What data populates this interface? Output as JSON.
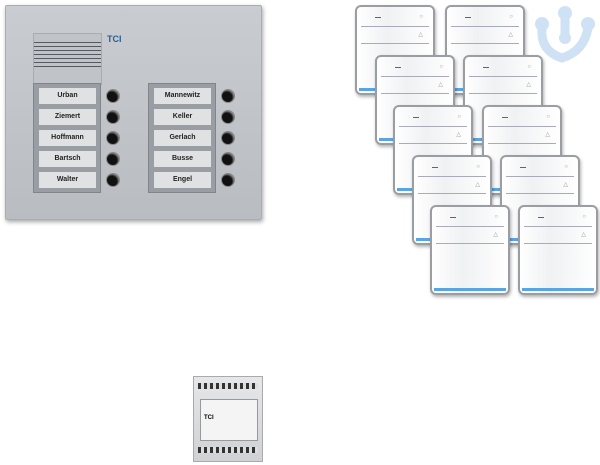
{
  "outdoor_panel": {
    "brand": "TCI",
    "left_names": [
      "Urban",
      "Ziemert",
      "Hoffmann",
      "Bartsch",
      "Walter"
    ],
    "right_names": [
      "Mannewitz",
      "Keller",
      "Gerlach",
      "Busse",
      "Engel"
    ]
  },
  "indoor_stations": {
    "count": 10,
    "accent_color": "#5aa4e6"
  },
  "power_supply": {
    "brand": "TCI"
  }
}
